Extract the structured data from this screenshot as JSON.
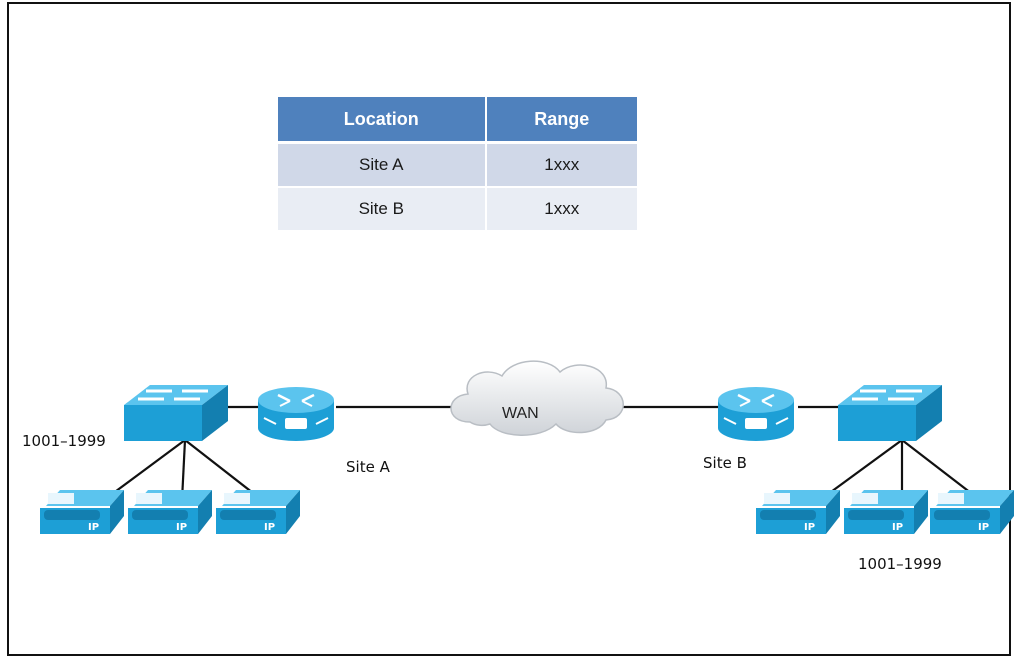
{
  "table": {
    "headers": [
      "Location",
      "Range"
    ],
    "rows": [
      [
        "Site A",
        "1xxx"
      ],
      [
        "Site B",
        "1xxx"
      ]
    ]
  },
  "labels": {
    "left_range": "1001–1999",
    "right_range": "1001–1999",
    "site_a": "Site A",
    "site_b": "Site B",
    "wan": "WAN"
  },
  "icons": {
    "switch": "switch-icon",
    "router": "voice-router-icon",
    "cloud": "wan-cloud-icon",
    "phone": "ip-phone-icon"
  },
  "colors": {
    "header_blue": "#4f81bd",
    "row_a": "#d0d8e8",
    "row_b": "#e9edf4",
    "device_blue": "#1d9fd6",
    "device_top": "#5bc4ee"
  }
}
